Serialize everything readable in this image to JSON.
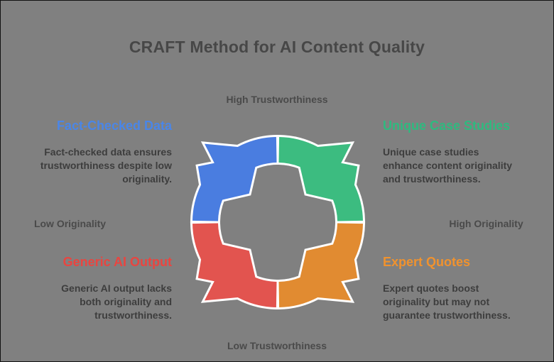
{
  "page": {
    "title": "CRAFT Method for AI Content Quality",
    "title_color": "#474747",
    "background_color": "#808080"
  },
  "axes": {
    "top": "High Trustworthiness",
    "bottom": "Low Trustworthiness",
    "left": "Low Originality",
    "right": "High Originality",
    "label_color": "#4a4a4a"
  },
  "quadrants": {
    "top_left": {
      "heading": "Fact-Checked Data",
      "heading_color": "#4a86e8",
      "body": "Fact-checked data ensures\ntrustworthiness despite low\noriginality."
    },
    "top_right": {
      "heading": "Unique Case Studies",
      "heading_color": "#2eba7f",
      "body": "Unique case studies\nenhance content originality\nand trustworthiness."
    },
    "bottom_left": {
      "heading": "Generic AI Output",
      "heading_color": "#e94540",
      "body": "Generic AI output lacks\nboth originality and\ntrustworthiness."
    },
    "bottom_right": {
      "heading": "Expert Quotes",
      "heading_color": "#f0922e",
      "body": "Expert quotes boost\noriginality but may not\nguarantee trustworthiness."
    }
  },
  "cycle": {
    "arrow_colors": {
      "top_left": "#4a7de0",
      "top_right": "#3cbc80",
      "bottom_right": "#e18b31",
      "bottom_left": "#e2544f"
    },
    "outline_color": "#ffffff"
  },
  "body_text_color": "#3d3d3d"
}
